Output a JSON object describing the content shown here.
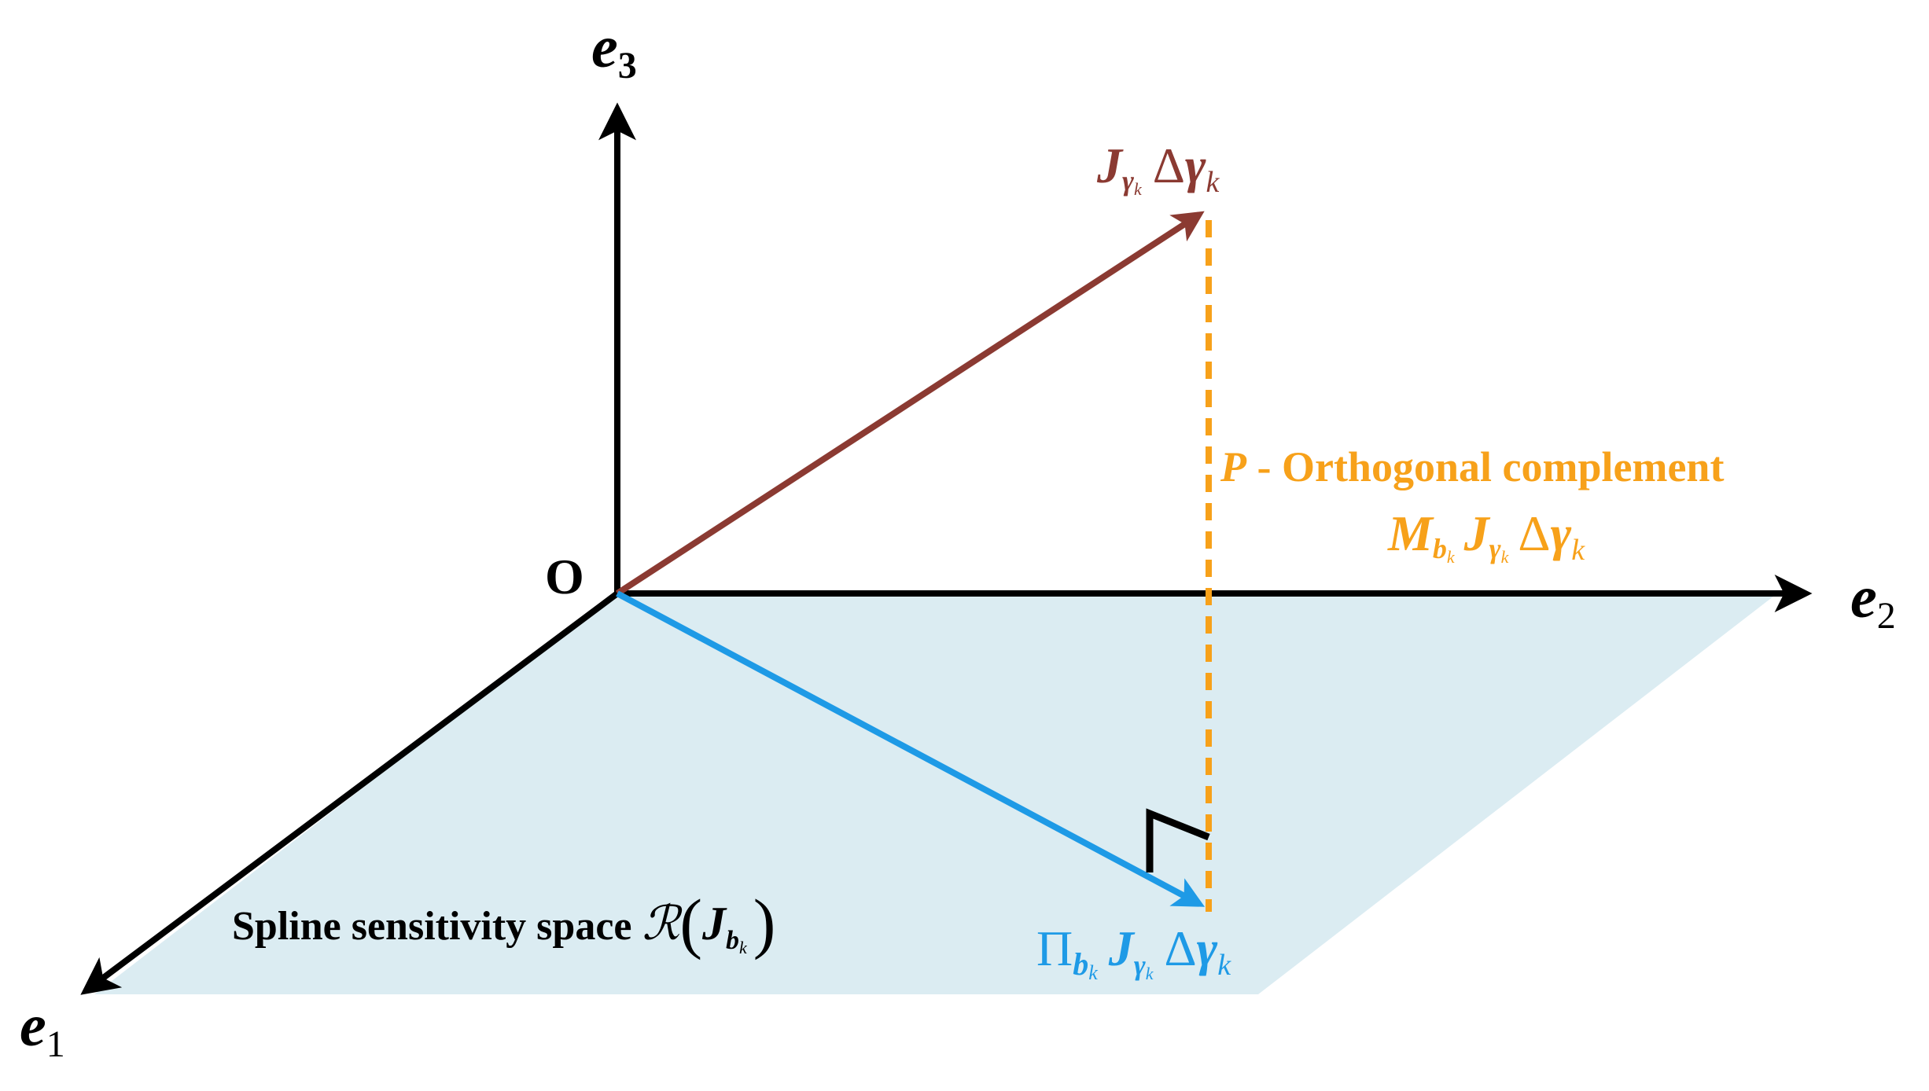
{
  "colors": {
    "plane_fill": "#dbecf2",
    "axis": "#000000",
    "vector_J": "#8b3a32",
    "vector_proj": "#1e9ae6",
    "complement": "#f7a11a",
    "background": "#ffffff"
  },
  "axes": {
    "origin_label": "O",
    "e1": {
      "base": "e",
      "sub": "1"
    },
    "e2": {
      "base": "e",
      "sub": "2"
    },
    "e3": {
      "base": "e",
      "sub": "3"
    }
  },
  "vector_label": {
    "J": "J",
    "gamma_sub": "γ",
    "k": "k",
    "delta": "Δ",
    "gamma": "γ"
  },
  "complement": {
    "P": "P",
    "title_rest": " - Orthogonal complement",
    "M": "M",
    "b": "b",
    "k": "k",
    "J": "J",
    "gamma_sub": "γ",
    "delta": "Δ",
    "gamma": "γ"
  },
  "projection_label": {
    "Pi": "Π",
    "b": "b",
    "k": "k",
    "J": "J",
    "gamma_sub": "γ",
    "delta": "Δ",
    "gamma": "γ"
  },
  "plane_label": {
    "text": "Spline sensitivity space ",
    "R": "ℛ",
    "open_paren": "(",
    "J": "J",
    "b": "b",
    "k": "k",
    "close_paren": ")"
  }
}
